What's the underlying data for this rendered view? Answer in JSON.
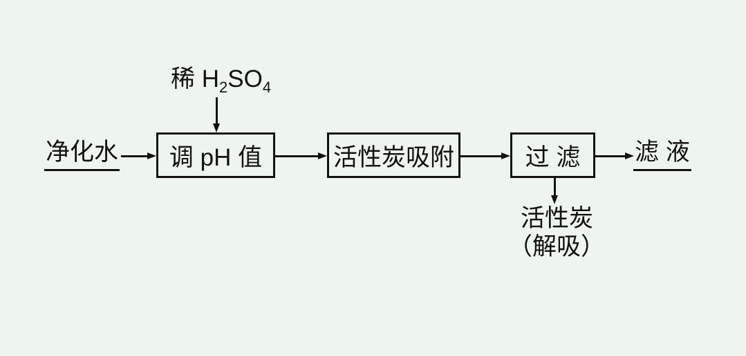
{
  "diagram": {
    "background_color": "#eef5ee",
    "stroke_color": "#111111",
    "source_label": "净化水",
    "reagent": {
      "prefix": "稀 H",
      "sub1": "2",
      "mid": "SO",
      "sub2": "4"
    },
    "boxes": [
      {
        "id": "adjust-ph",
        "label": "调 pH 值"
      },
      {
        "id": "activated-carbon-adsorption",
        "label": "活性炭吸附"
      },
      {
        "id": "filtration",
        "label": "过 滤"
      }
    ],
    "filtrate_label": "滤 液",
    "byproduct": {
      "line1": "活性炭",
      "line2": "（解吸）"
    }
  }
}
